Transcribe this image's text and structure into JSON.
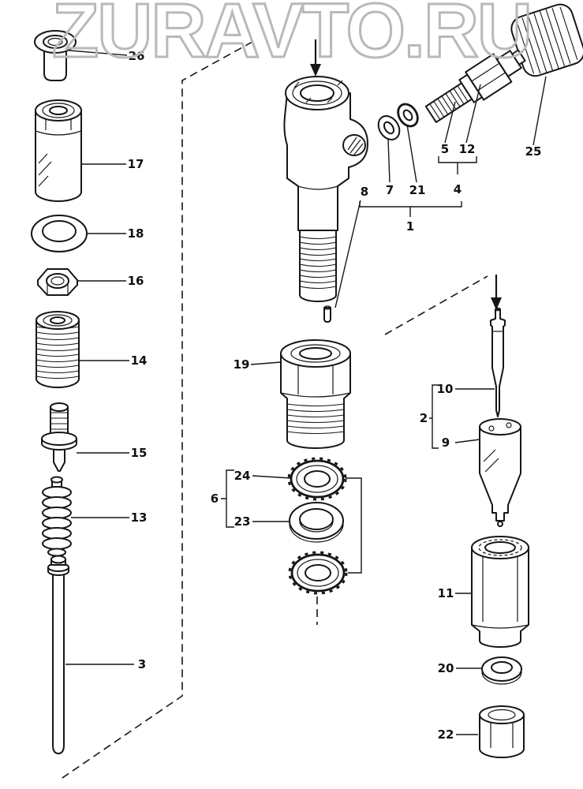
{
  "watermark": "ZURAVTO.RU",
  "part_labels": {
    "1": "1",
    "2": "2",
    "3": "3",
    "4": "4",
    "5": "5",
    "6": "6",
    "7": "7",
    "8": "8",
    "9": "9",
    "10": "10",
    "11": "11",
    "12": "12",
    "13": "13",
    "14": "14",
    "15": "15",
    "16": "16",
    "17": "17",
    "18": "18",
    "19": "19",
    "20": "20",
    "21": "21",
    "22": "22",
    "23": "23",
    "24": "24",
    "25": "25",
    "26": "26"
  }
}
